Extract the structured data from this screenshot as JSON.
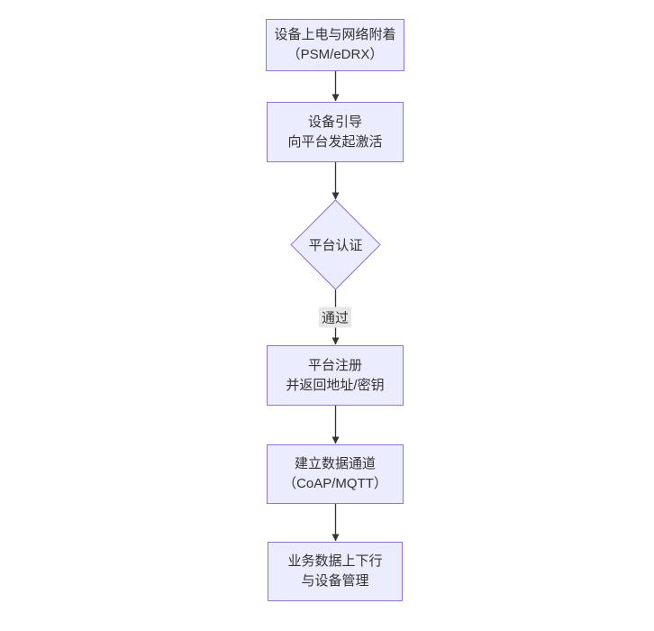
{
  "diagram": {
    "type": "flowchart",
    "direction": "top-down",
    "nodes": [
      {
        "id": "power-attach",
        "shape": "rect",
        "lines": [
          "设备上电与网络附着",
          "（PSM/eDRX）"
        ]
      },
      {
        "id": "boot-activate",
        "shape": "rect",
        "lines": [
          "设备引导",
          "向平台发起激活"
        ]
      },
      {
        "id": "platform-auth",
        "shape": "diamond",
        "lines": [
          "平台认证"
        ]
      },
      {
        "id": "platform-register",
        "shape": "rect",
        "lines": [
          "平台注册",
          "并返回地址/密钥"
        ]
      },
      {
        "id": "data-channel",
        "shape": "rect",
        "lines": [
          "建立数据通道",
          "（CoAP/MQTT）"
        ]
      },
      {
        "id": "business-data",
        "shape": "rect",
        "lines": [
          "业务数据上下行",
          "与设备管理"
        ]
      }
    ],
    "edges": [
      {
        "from": "power-attach",
        "to": "boot-activate",
        "label": ""
      },
      {
        "from": "boot-activate",
        "to": "platform-auth",
        "label": ""
      },
      {
        "from": "platform-auth",
        "to": "platform-register",
        "label": "通过"
      },
      {
        "from": "platform-register",
        "to": "data-channel",
        "label": ""
      },
      {
        "from": "data-channel",
        "to": "business-data",
        "label": ""
      }
    ]
  },
  "colors": {
    "node-fill": "#ECECFF",
    "node-border": "#9370DB",
    "edge-line": "#333333",
    "edge-label-bg": "#e8e8e8",
    "text": "#333333",
    "canvas-bg": "#ffffff"
  }
}
